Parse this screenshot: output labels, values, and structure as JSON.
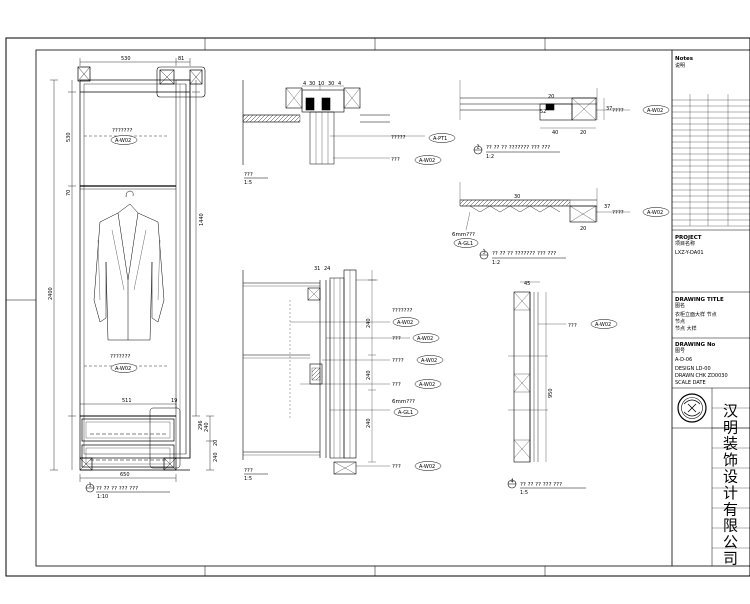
{
  "cabinet": {
    "dim_top_left": "530",
    "dim_top_right": "81",
    "dim_overall_height": "2400",
    "dim_upper_530": "530",
    "dim_upper_70": "70",
    "dim_inner_height": "1440",
    "dim_drawer_width": "511",
    "dim_side_19": "19",
    "dim_drawer_240a": "240",
    "dim_drawer_20": "20",
    "dim_drawer_240b": "240",
    "dim_drawer_296": "296",
    "dim_bottom_width": "650",
    "tag_upper": "A-W02",
    "note_upper": "???????",
    "tag_middle": "A-W02",
    "note_middle": "???????",
    "section_no": "1",
    "section_title": "?? ?? ?? ??? ???",
    "section_scale": "1:10"
  },
  "detail_top": {
    "dims": [
      "4",
      "30",
      "10",
      "30",
      "4"
    ],
    "note_a": "?????",
    "tag_a": "A-PT1",
    "note_b": "???",
    "tag_b": "A-W02",
    "scale_label": "???",
    "scale": "1:5"
  },
  "detail_top_right": {
    "dims": [
      "20",
      "52",
      "37",
      "40",
      "20"
    ],
    "note": "????",
    "tag": "A-W02",
    "title_no": "2",
    "title": "?? ?? ?? ??????? ??? ???",
    "scale": "1:2"
  },
  "detail_mid_right": {
    "dims": [
      "30",
      "37",
      "20"
    ],
    "note_a": "????",
    "tag_a": "A-W02",
    "note_b": "6mm???",
    "tag_b": "A-GL1",
    "title_no": "3",
    "title": "?? ?? ?? ??????? ??? ???",
    "scale": "1:2"
  },
  "detail_center": {
    "dims": [
      "31",
      "24",
      "240",
      "240",
      "240"
    ],
    "notes": [
      "???????",
      "???",
      "????",
      "???",
      "6mm???",
      "???"
    ],
    "tags": [
      "A-W02",
      "A-W02",
      "A-W02",
      "A-W02",
      "A-GL1",
      "A-W02"
    ],
    "scale_label": "???",
    "scale": "1:5"
  },
  "detail_right_section": {
    "dim_top": "45",
    "dim_side": "950",
    "note": "???",
    "tag": "A-W02",
    "title_no": "4",
    "title": "?? ?? ?? ??? ???",
    "scale": "1:5"
  },
  "title_block": {
    "notes_heading": "Notes",
    "notes_sub": "说明",
    "project_heading": "PROJECT",
    "project_sub": "项目名称",
    "project_value": "LXZ-Y-DA01",
    "drawing_title_heading": "DRAWING TITLE",
    "drawing_title_sub": "图名",
    "drawing_title_line1": "衣柜立面大样 节点",
    "drawing_title_line2": "节点",
    "drawing_title_line3": "节点 大样",
    "drawing_no_heading": "DRAWING No",
    "drawing_no_sub": "图号",
    "drawing_no_value": "A-D-06",
    "meta_line1": "DESIGN    LD-00",
    "meta_line2": "DRAWN  CHK  ZD0030",
    "meta_line3": "SCALE  DATE",
    "company_chars": [
      "汉",
      "明",
      "装",
      "饰",
      "设",
      "计",
      "有",
      "限",
      "公",
      "司"
    ]
  }
}
